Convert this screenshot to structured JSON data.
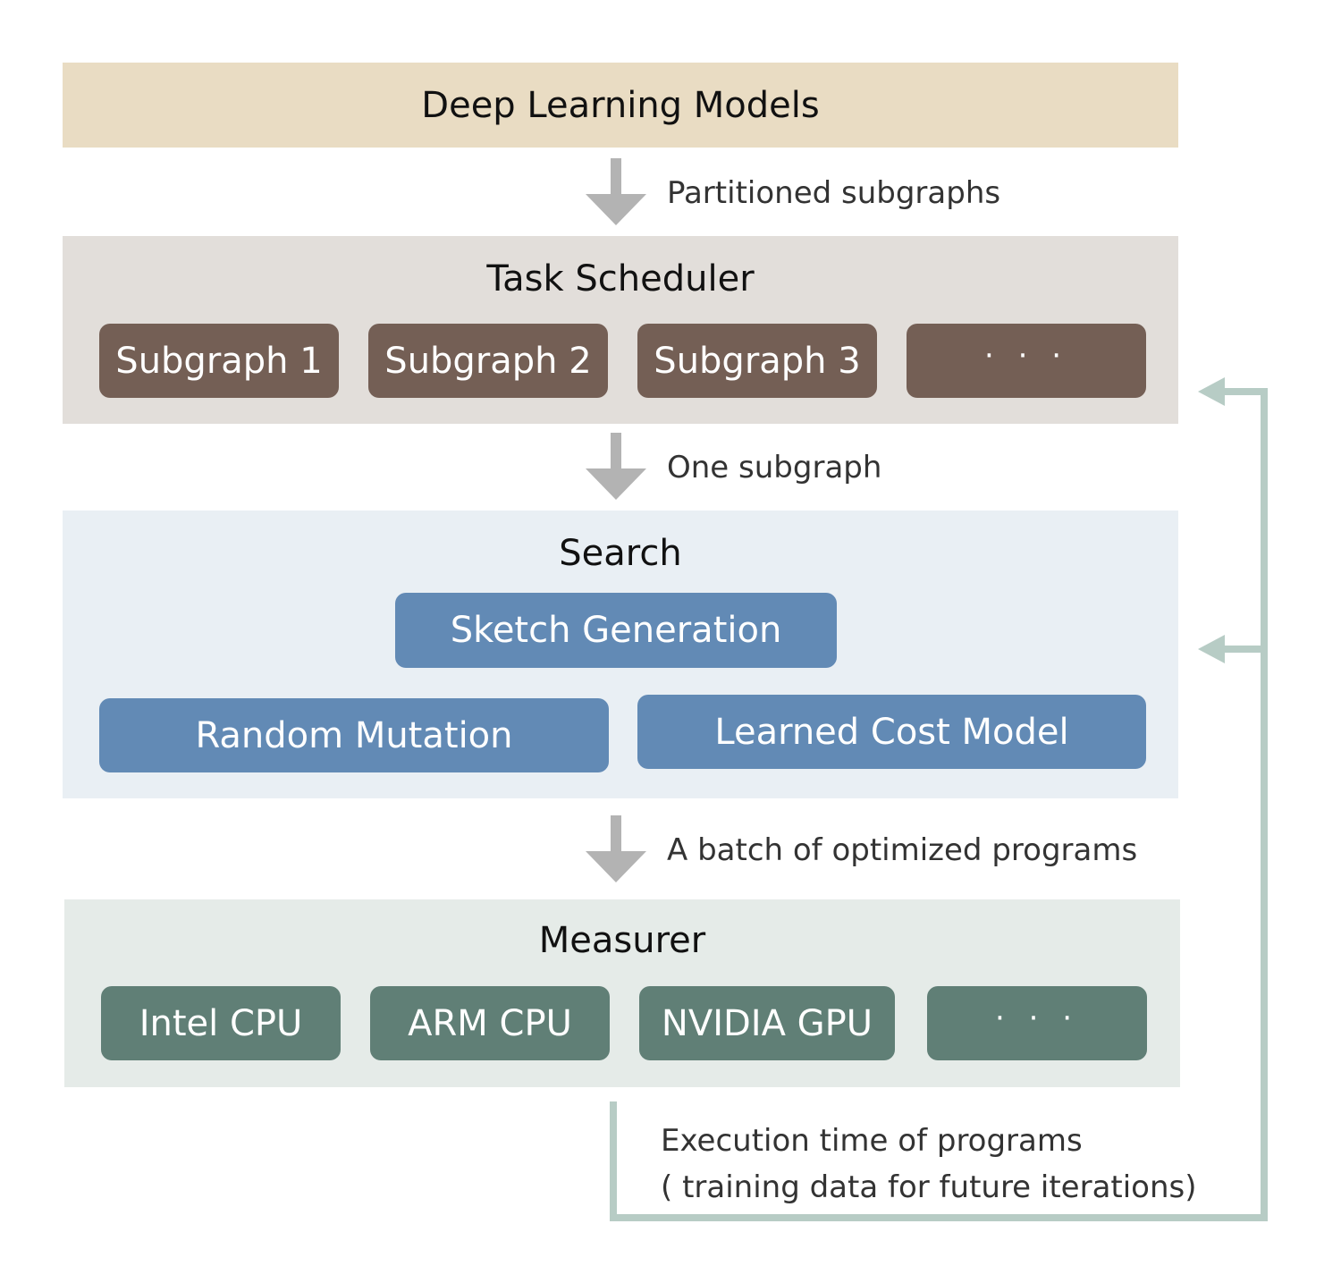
{
  "models": {
    "title": "Deep Learning Models"
  },
  "flows": {
    "partitioned": "Partitioned subgraphs",
    "one": "One subgraph",
    "batch": "A batch of optimized programs",
    "execution_line1": "Execution time of programs",
    "execution_line2": "( training data for future iterations)"
  },
  "scheduler": {
    "title": "Task Scheduler",
    "items": [
      "Subgraph 1",
      "Subgraph 2",
      "Subgraph 3",
      "· · ·"
    ]
  },
  "search": {
    "title": "Search",
    "sketch": "Sketch Generation",
    "mutation": "Random Mutation",
    "cost_model": "Learned Cost Model"
  },
  "measurer": {
    "title": "Measurer",
    "items": [
      "Intel CPU",
      "ARM CPU",
      "NVIDIA GPU",
      "· · ·"
    ]
  },
  "colors": {
    "models_bg": "#e9dcc3",
    "scheduler_bg": "#e2deda",
    "search_bg": "#e9eff4",
    "measurer_bg": "#e5ebe8",
    "subgraph_chip": "#745f55",
    "search_chip": "#628ab5",
    "device_chip": "#607f76",
    "down_arrow": "#b3b3b3",
    "feedback_line": "#b7ccc5"
  }
}
